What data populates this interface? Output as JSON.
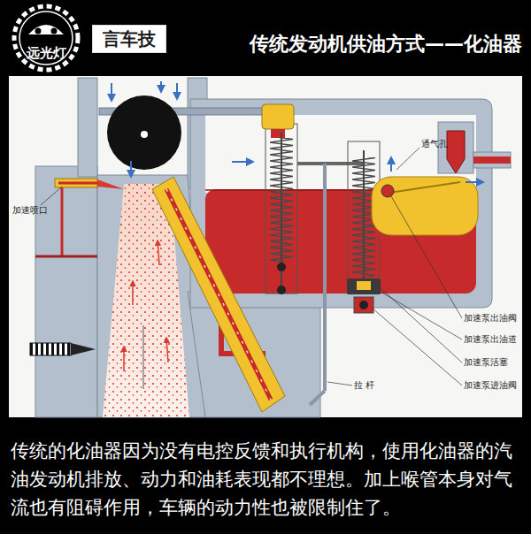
{
  "diagram": {
    "title": "传统发动机供油方式——化油器",
    "caption": "传统的化油器因为没有电控反馈和执行机构，使用化油器的汽油发动机排放、动力和油耗表现都不理想。加上喉管本身对气流也有阻碍作用，车辆的动力性也被限制住了。",
    "nodes": [
      {
        "text": [
          "远光灯"
        ]
      },
      {
        "text": [
          "言车技"
        ]
      }
    ],
    "labels": [
      "通气孔",
      "加速喷口",
      "加速泵出油阀",
      "加速泵出油道",
      "加速泵活塞",
      "加速泵进油阀",
      "拉 杆"
    ]
  }
}
